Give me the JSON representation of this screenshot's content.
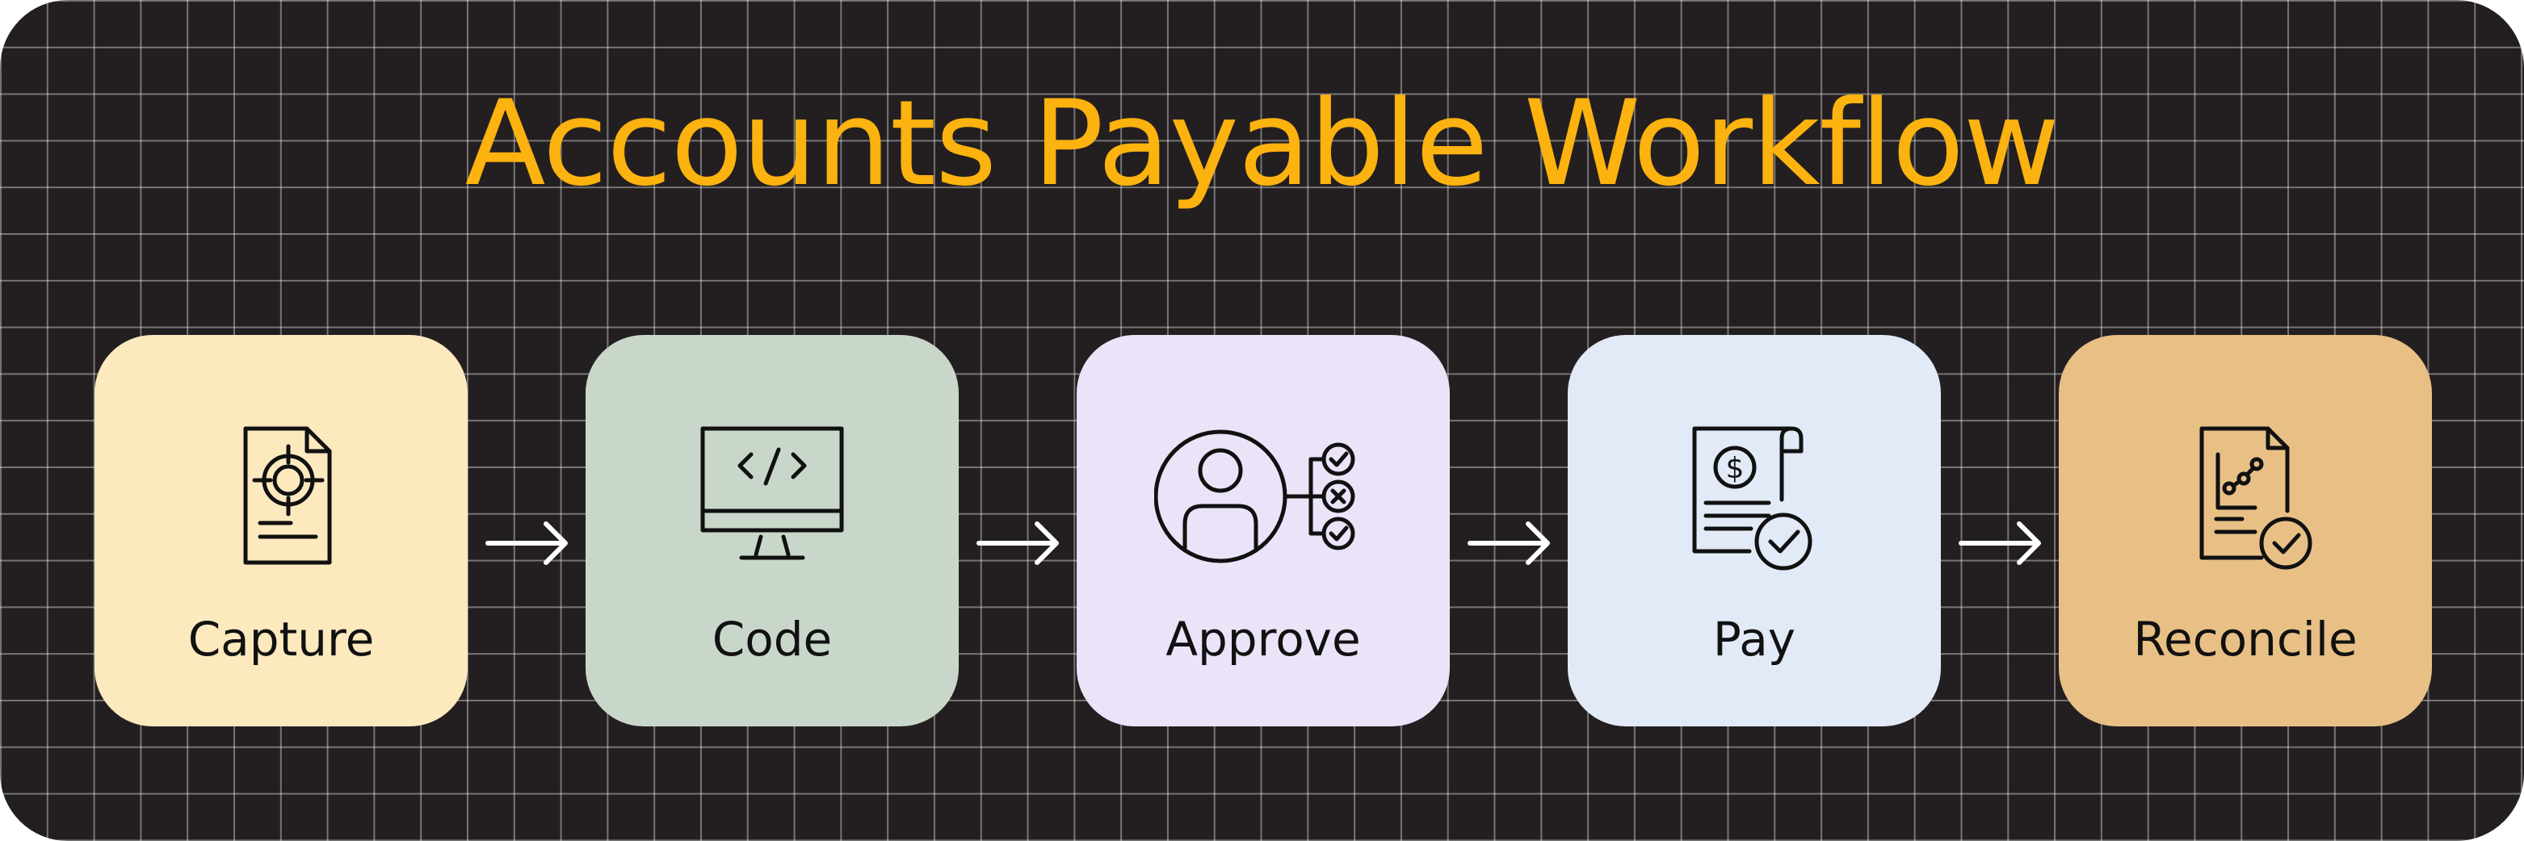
{
  "title": "Accounts Payable Workflow",
  "colors": {
    "background": "#231f20",
    "title": "#FCB20F",
    "arrow": "#ffffff",
    "icon_stroke": "#111111"
  },
  "steps": [
    {
      "label": "Capture",
      "color": "#FCE9BE",
      "icon": "document-target-icon"
    },
    {
      "label": "Code",
      "color": "#C8D7CA",
      "icon": "code-monitor-icon"
    },
    {
      "label": "Approve",
      "color": "#EBE3F8",
      "icon": "approver-checklist-icon"
    },
    {
      "label": "Pay",
      "color": "#E2EAF8",
      "icon": "invoice-paid-icon"
    },
    {
      "label": "Reconcile",
      "color": "#E8C086",
      "icon": "report-verified-icon"
    }
  ]
}
